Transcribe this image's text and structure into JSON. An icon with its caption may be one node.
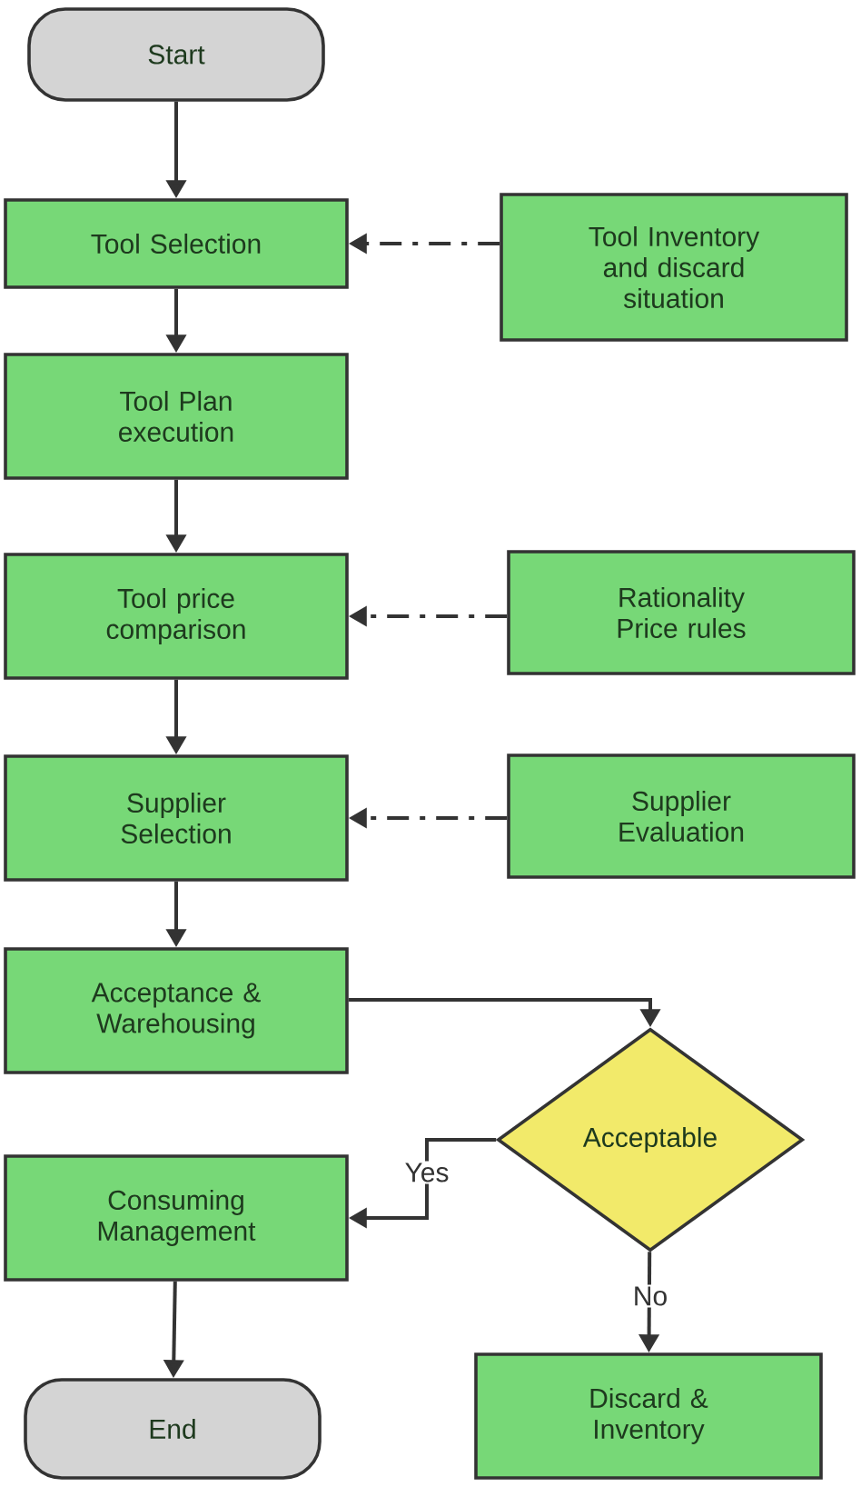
{
  "diagram": {
    "nodes": [
      {
        "text": [
          "Start"
        ]
      },
      {
        "text": [
          "Tool Selection"
        ]
      },
      {
        "text": [
          "Tool Inventory and discard situation"
        ]
      },
      {
        "text": [
          "Tool Plan execution"
        ]
      },
      {
        "text": [
          "Tool price comparison"
        ]
      },
      {
        "text": [
          "Rationality Price rules"
        ]
      },
      {
        "text": [
          "Supplier Selection"
        ]
      },
      {
        "text": [
          "Supplier Evaluation"
        ]
      },
      {
        "text": [
          "Acceptance & Warehousing"
        ]
      },
      {
        "text": [
          "Acceptable"
        ]
      },
      {
        "text": [
          "Consuming Management"
        ]
      },
      {
        "text": [
          "End"
        ]
      },
      {
        "text": [
          "Discard & Inventory"
        ]
      }
    ],
    "edges": [
      {
        "from": 0,
        "to": 1,
        "arrow": "to"
      },
      {
        "from": 2,
        "to": 1,
        "arrow": "to",
        "style": "dashed"
      },
      {
        "from": 1,
        "to": 3,
        "arrow": "to"
      },
      {
        "from": 3,
        "to": 4,
        "arrow": "to"
      },
      {
        "from": 5,
        "to": 4,
        "arrow": "to",
        "style": "dashed"
      },
      {
        "from": 4,
        "to": 6,
        "arrow": "to"
      },
      {
        "from": 7,
        "to": 6,
        "arrow": "to",
        "style": "dashed"
      },
      {
        "from": 6,
        "to": 8,
        "arrow": "to"
      },
      {
        "from": 8,
        "to": 9,
        "arrow": "to"
      },
      {
        "from": 9,
        "to": 10,
        "arrow": "to",
        "label": "Yes"
      },
      {
        "from": 9,
        "to": 12,
        "arrow": "to",
        "label": "No"
      },
      {
        "from": 10,
        "to": 11,
        "arrow": "to"
      }
    ]
  }
}
